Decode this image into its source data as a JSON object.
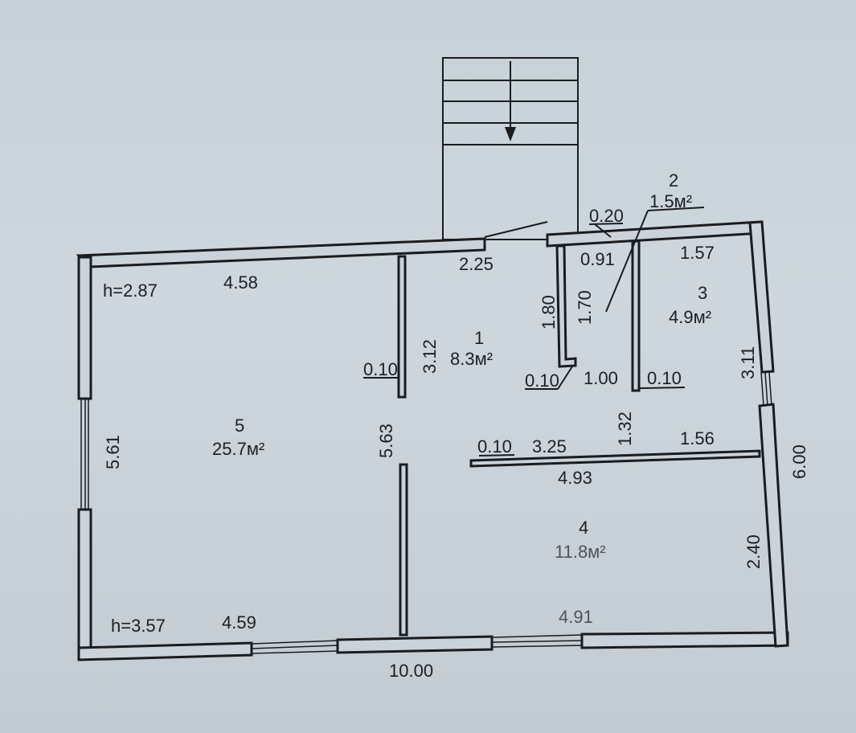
{
  "rooms": [
    {
      "number": "1",
      "area": "8.3м²"
    },
    {
      "number": "2",
      "area": "1.5м²"
    },
    {
      "number": "3",
      "area": "4.9м²"
    },
    {
      "number": "4",
      "area": "11.8м²"
    },
    {
      "number": "5",
      "area": "25.7м²"
    }
  ],
  "heights": {
    "top": "h=2.87",
    "bottom": "h=3.57"
  },
  "dimensions": {
    "top_left_width": "4.58",
    "corridor_width": "2.25",
    "entrance_wall": "0.20",
    "closet_width": "0.91",
    "room3_width": "1.57",
    "closet_height_outer": "1.80",
    "closet_height_inner": "1.70",
    "room1_height": "3.12",
    "room3_height": "3.11",
    "partition_left": "0.10",
    "partition_closet": "0.10",
    "passage": "1.00",
    "partition_room3": "0.10",
    "room5_height": "5.61",
    "partition_height": "5.63",
    "corridor_depth": "1.32",
    "partition_room4": "0.10",
    "room4_corridor": "3.25",
    "room4_right": "1.56",
    "room4_width_top": "4.93",
    "overall_height": "6.00",
    "room4_height": "2.40",
    "bottom_left_width": "4.59",
    "room4_width_bottom": "4.91",
    "overall_width": "10.00"
  }
}
